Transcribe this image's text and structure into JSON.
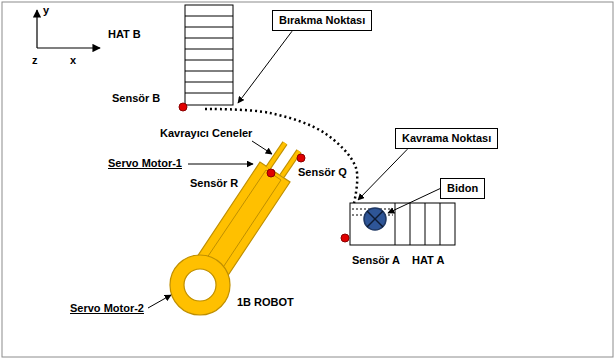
{
  "diagram": {
    "nodes": [
      {
        "text": [
          "Bırakma Noktası"
        ]
      },
      {
        "text": [
          "Kavrama Noktası"
        ]
      },
      {
        "text": [
          "Bidon"
        ]
      }
    ],
    "labels": [
      "y",
      "z",
      "x",
      "HAT B",
      "Sensör B",
      "Kavrayıcı Ceneler",
      "Servo Motor-1",
      "Sensör Q",
      "Sensör R",
      "Sensör A",
      "HAT A",
      "Servo Motor-2",
      "1B ROBOT"
    ]
  }
}
